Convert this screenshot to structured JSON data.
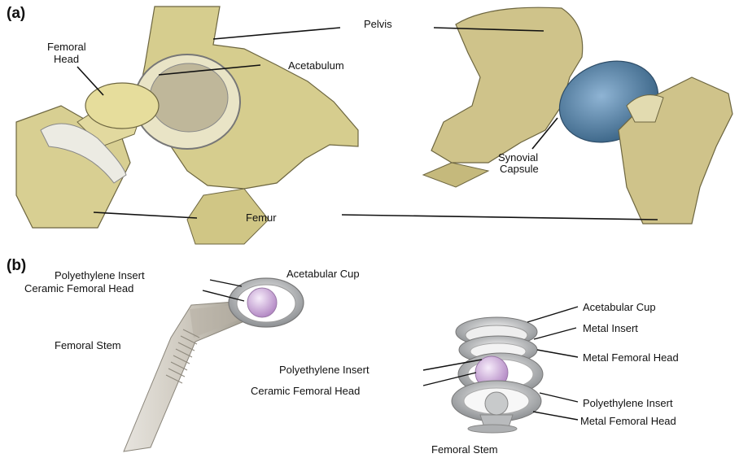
{
  "panels": {
    "a": "(a)",
    "b": "(b)"
  },
  "anatomy_labels": {
    "femoral_head_line1": "Femoral",
    "femoral_head_line2": "Head",
    "pelvis": "Pelvis",
    "acetabulum": "Acetabulum",
    "synovial_line1": "Synovial",
    "synovial_line2": "Capsule",
    "femur": "Femur"
  },
  "implant_left_labels": {
    "polyethylene_insert": "Polyethylene Insert",
    "ceramic_femoral_head": "Ceramic Femoral Head",
    "acetabular_cup": "Acetabular Cup",
    "femoral_stem": "Femoral Stem"
  },
  "implant_right_labels": {
    "acetabular_cup": "Acetabular Cup",
    "metal_insert": "Metal Insert",
    "metal_femoral_head_1": "Metal Femoral Head",
    "polyethylene_insert_left": "Polyethylene Insert",
    "ceramic_femoral_head": "Ceramic Femoral Head",
    "polyethylene_insert_right": "Polyethylene Insert",
    "metal_femoral_head_2": "Metal Femoral Head",
    "femoral_stem": "Femoral Stem"
  },
  "colors": {
    "bone": "#d8cf92",
    "bone_shadow": "#a39a5c",
    "capsule": "#5f8fb6",
    "metal": "#c9cbcd",
    "ceramic": "#d7b8e0"
  }
}
